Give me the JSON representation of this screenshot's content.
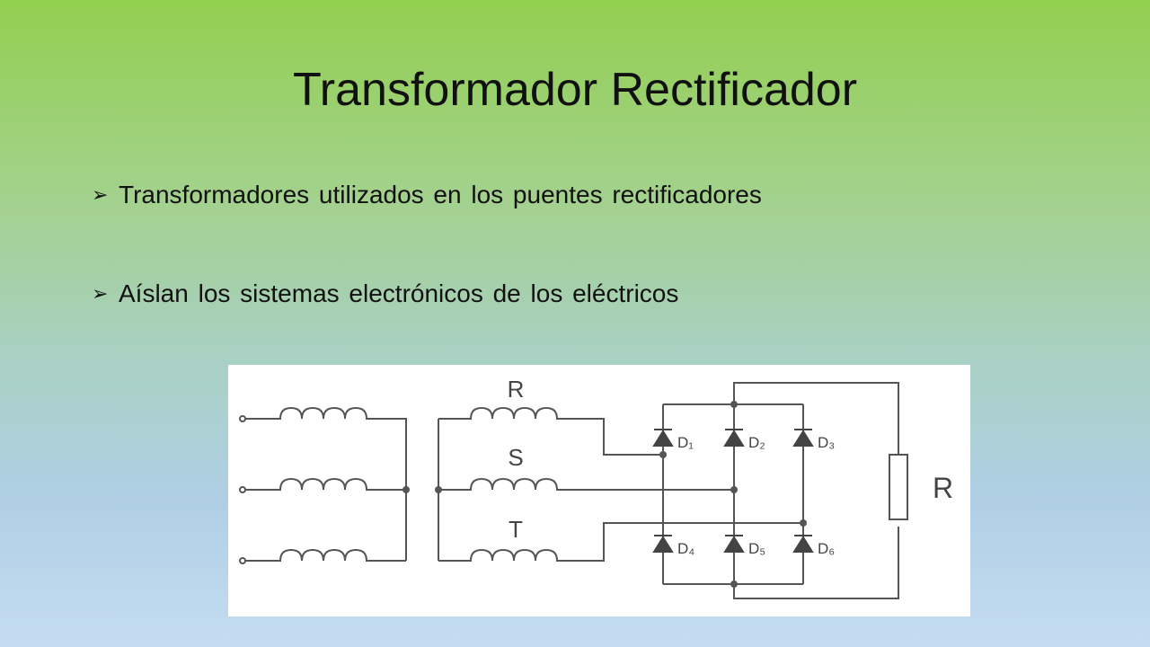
{
  "slide": {
    "title": "Transformador Rectificador",
    "bullets": [
      "Transformadores utilizados en los puentes rectificadores",
      "Aíslan los sistemas electrónicos de los eléctricos"
    ],
    "bullet_icon": "arrow-bullet-icon"
  },
  "diagram": {
    "phase_labels": [
      "R",
      "S",
      "T"
    ],
    "diode_labels": [
      "D₁",
      "D₂",
      "D₃",
      "D₄",
      "D₅",
      "D₆"
    ],
    "load_label": "R"
  },
  "colors": {
    "background_top": "#92d050",
    "background_bottom": "#c6dcf0",
    "wire": "#555555"
  }
}
